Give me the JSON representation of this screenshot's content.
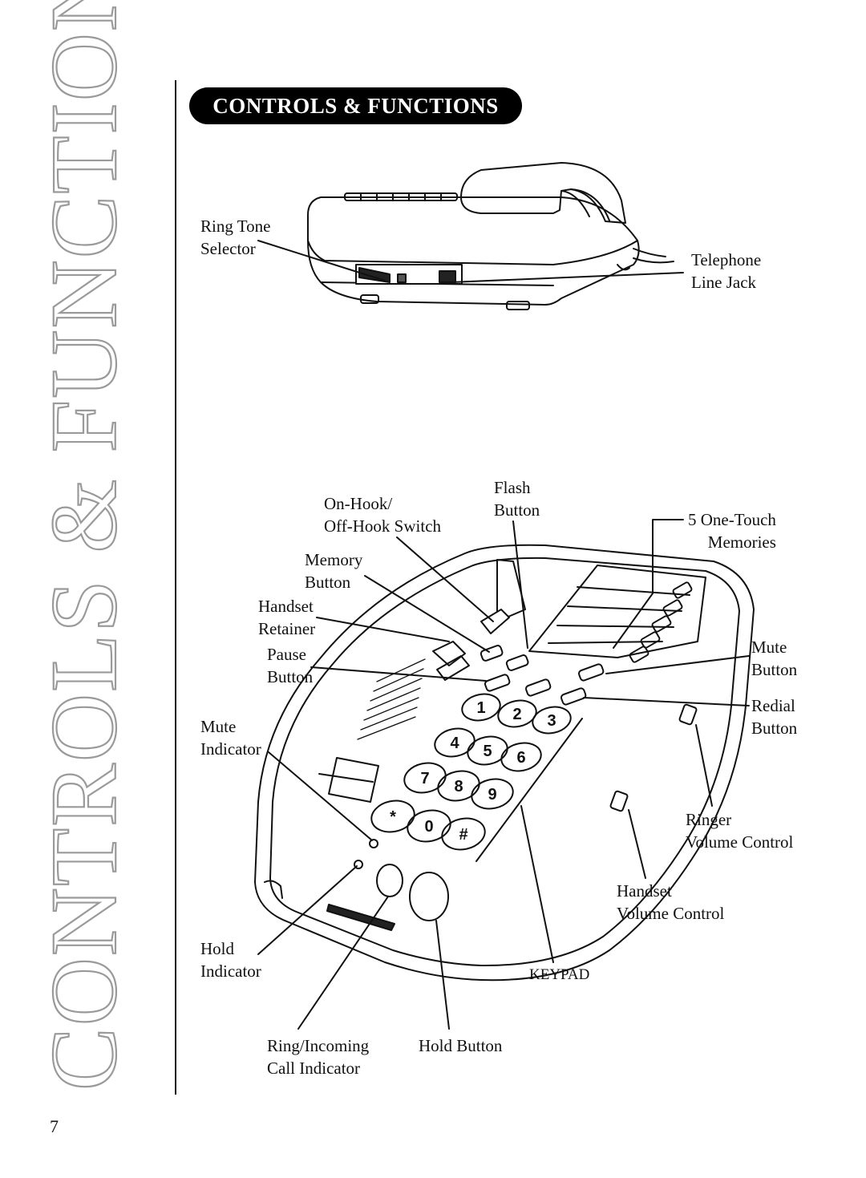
{
  "page": {
    "side_title": "CONTROLS & FUNCTIONS",
    "banner": "CONTROLS & FUNCTIONS",
    "page_number": "7"
  },
  "side_view": {
    "labels": {
      "ring_tone": [
        "Ring Tone",
        "Selector"
      ],
      "line_jack": [
        "Telephone",
        "Line Jack"
      ]
    }
  },
  "top_view": {
    "labels": {
      "hook_switch": [
        "On-Hook/",
        "Off-Hook Switch"
      ],
      "flash": [
        "Flash",
        "Button"
      ],
      "memories": [
        "5 One-Touch",
        "Memories"
      ],
      "memory_button": [
        "Memory",
        "Button"
      ],
      "handset_retainer": [
        "Handset",
        "Retainer"
      ],
      "pause_button": [
        "Pause",
        "Button"
      ],
      "mute_button": [
        "Mute",
        "Button"
      ],
      "redial_button": [
        "Redial",
        "Button"
      ],
      "mute_indicator": [
        "Mute",
        "Indicator"
      ],
      "ringer_volume": [
        "Ringer",
        "Volume Control"
      ],
      "handset_volume": [
        "Handset",
        "Volume Control"
      ],
      "hold_indicator": [
        "Hold",
        "Indicator"
      ],
      "keypad": "KEYPAD",
      "ring_indicator": [
        "Ring/Incoming",
        "Call Indicator"
      ],
      "hold_button": "Hold Button"
    },
    "keys": [
      "1",
      "2",
      "3",
      "4",
      "5",
      "6",
      "7",
      "8",
      "9",
      "*",
      "0",
      "#"
    ]
  }
}
